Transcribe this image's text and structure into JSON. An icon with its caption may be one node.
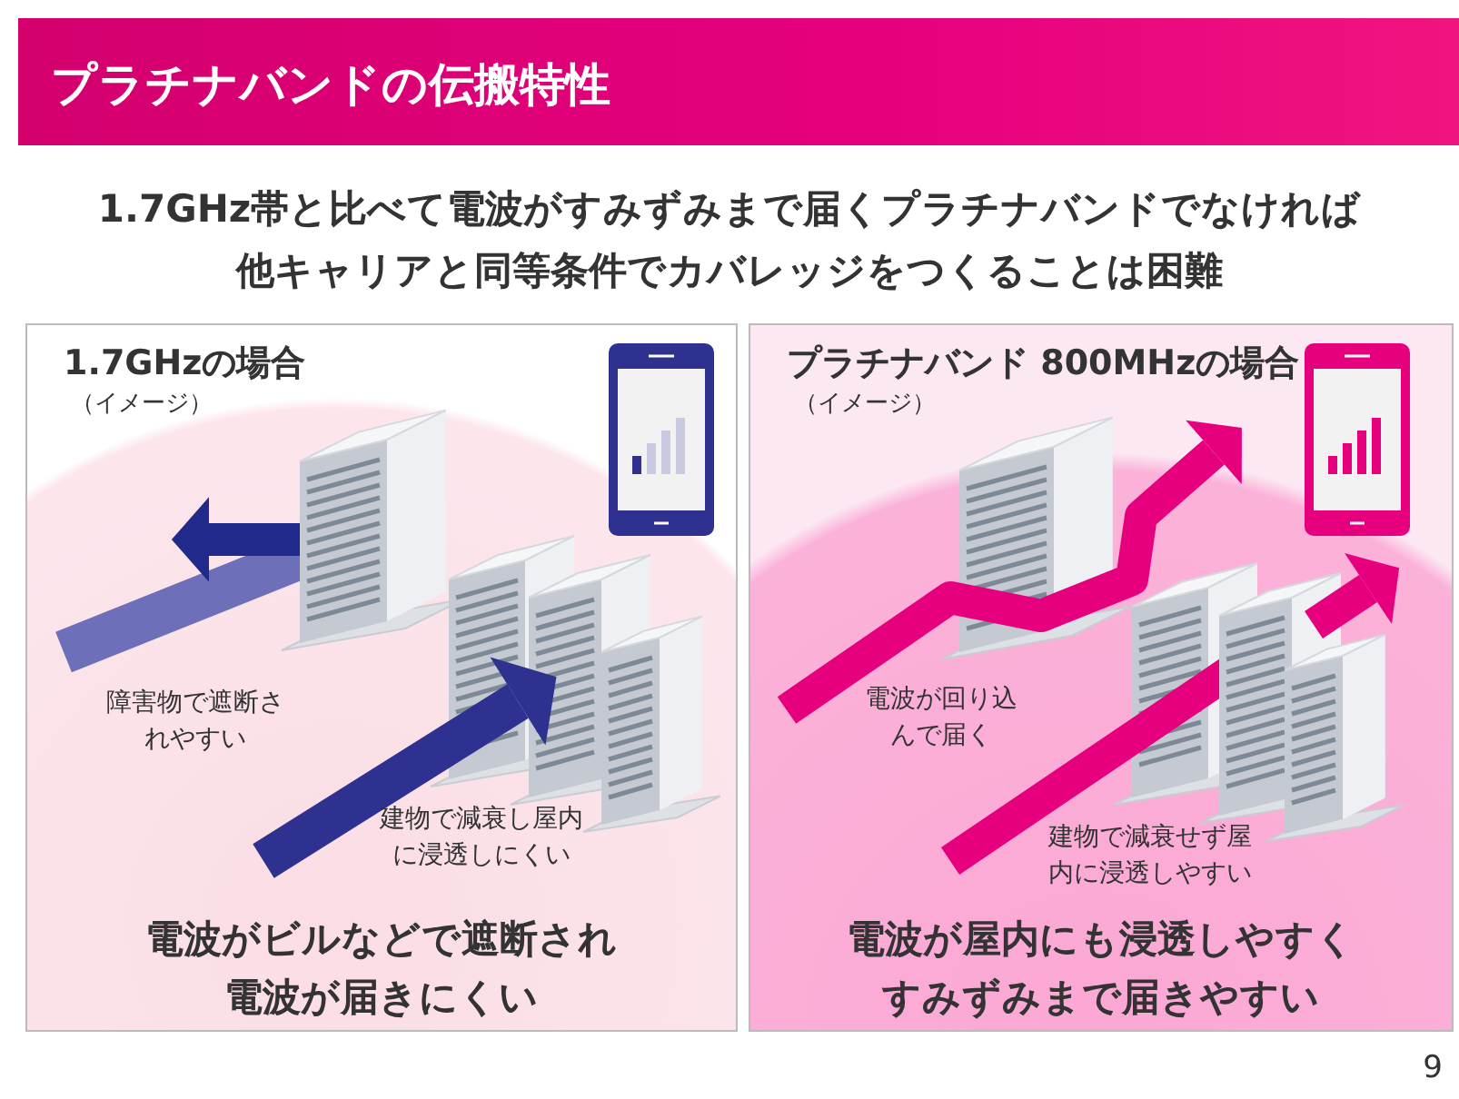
{
  "diagram": {
    "title": "プラチナバンドの伝搬特性",
    "nodes": [
      {
        "text": [
          "1.7GHzの場合",
          "（イメージ）",
          "障害物で遮断されやすい",
          "建物で減衰し屋内に浸透しにくい",
          "電波がビルなどで遮断され電波が届きにくい"
        ]
      },
      {
        "text": [
          "プラチナバンド 800MHzの場合",
          "（イメージ）",
          "電波が回り込んで届く",
          "建物で減衰せず屋内に浸透しやすい",
          "電波が屋内にも浸透しやすくすみずみまで届きやすい"
        ]
      }
    ],
    "labels": [
      "1.7GHz帯と比べて電波がすみずみまで届くプラチナバンドでなければ他キャリアと同等条件でカバレッジをつくることは困難",
      "9"
    ]
  }
}
